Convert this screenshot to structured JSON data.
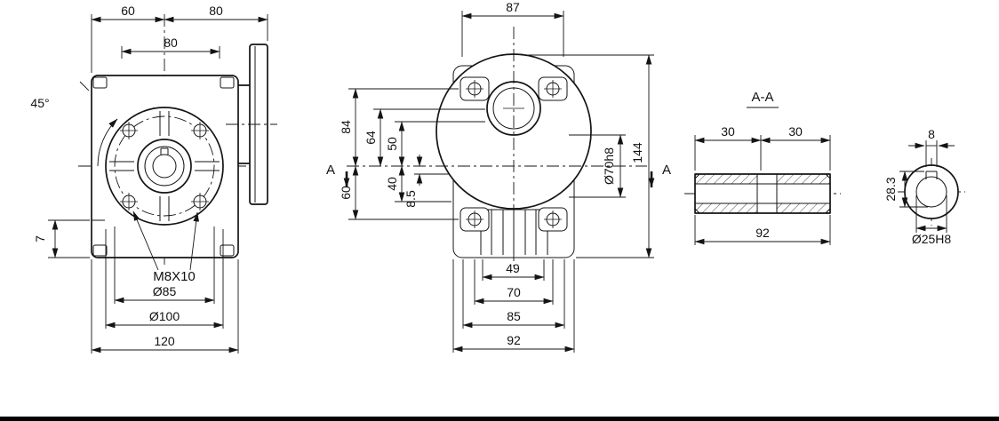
{
  "drawing": {
    "left_view": {
      "dim_top_left": "60",
      "dim_top_right": "80",
      "dim_bolt_square": "80",
      "angle": "45°",
      "dim_foot": "7",
      "thread": "M8X10",
      "dim_bolt_circle": "Ø85",
      "dim_spigot": "Ø100",
      "dim_width": "120"
    },
    "front_view": {
      "dim_top_width": "87",
      "dim_84": "84",
      "dim_64": "64",
      "dim_50": "50",
      "dim_40": "40",
      "dim_8_5": "8.5",
      "dim_60": "60",
      "section_left": "A",
      "section_right": "A",
      "dim_hub": "Ø70h8",
      "dim_height": "144",
      "dim_49": "49",
      "dim_70": "70",
      "dim_85": "85",
      "dim_92": "92"
    },
    "section_view": {
      "title": "A-A",
      "dim_left": "30",
      "dim_right": "30",
      "dim_length": "92"
    },
    "end_view": {
      "dim_key_width": "8",
      "dim_key_depth": "28.3",
      "dim_bore": "Ø25H8"
    }
  }
}
